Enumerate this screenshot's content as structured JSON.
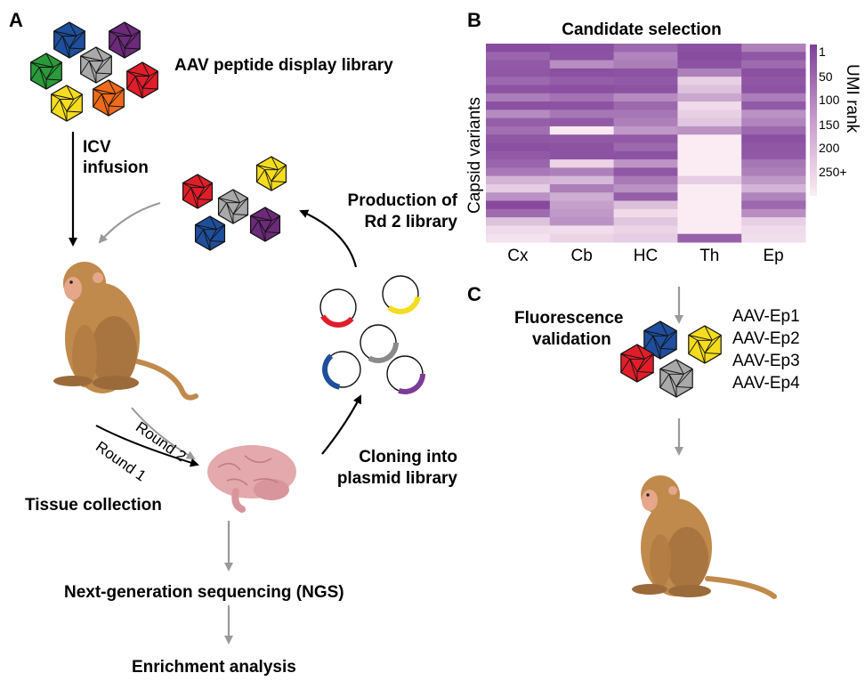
{
  "panel_a": {
    "letter": "A",
    "library_label": "AAV peptide display library",
    "icv_line1": "ICV",
    "icv_line2": "infusion",
    "production_line1": "Production of",
    "production_line2": "Rd 2 library",
    "round2": "Round 2",
    "round1": "Round 1",
    "tissue": "Tissue collection",
    "cloning_line1": "Cloning into",
    "cloning_line2": "plasmid library",
    "ngs": "Next-generation sequencing (NGS)",
    "enrichment": "Enrichment analysis"
  },
  "panel_b": {
    "letter": "B",
    "title": "Candidate selection",
    "ylabel": "Capsid variants",
    "legend_title": "UMI rank",
    "legend_ticks": [
      "1",
      "50",
      "100",
      "150",
      "200",
      "250+"
    ]
  },
  "panel_c": {
    "letter": "C",
    "label_line1": "Fluorescence",
    "label_line2": "validation",
    "variants": [
      "AAV-Ep1",
      "AAV-Ep2",
      "AAV-Ep3",
      "AAV-Ep4"
    ]
  },
  "colors": {
    "capsid_blue": "#1f4e9c",
    "capsid_purple": "#6b2a7a",
    "capsid_green": "#2a9a3a",
    "capsid_gray": "#a9a9a9",
    "capsid_red": "#e01e2a",
    "capsid_yellow": "#f5dc1e",
    "capsid_orange": "#ef6a1a",
    "monkey": "#c08a4c",
    "brain": "#e3a9ad",
    "heatmap_high": "#7f3f98",
    "heatmap_low": "#fbecf3",
    "arrow_gray": "#9a9a9a"
  },
  "chart_data": {
    "type": "heatmap",
    "title": "Candidate selection",
    "xlabel": "",
    "ylabel": "Capsid variants",
    "categories": [
      "Cx",
      "Cb",
      "HC",
      "Th",
      "Ep"
    ],
    "colorbar_label": "UMI rank",
    "colorbar_ticks": [
      "1",
      "50",
      "100",
      "150",
      "200",
      "250+"
    ],
    "colorbar_range": [
      1,
      250
    ],
    "rows": [
      [
        20,
        25,
        60,
        25,
        95
      ],
      [
        55,
        30,
        100,
        20,
        35
      ],
      [
        40,
        115,
        90,
        30,
        65
      ],
      [
        35,
        25,
        30,
        95,
        25
      ],
      [
        60,
        45,
        40,
        210,
        35
      ],
      [
        30,
        25,
        30,
        190,
        30
      ],
      [
        90,
        75,
        110,
        150,
        90
      ],
      [
        25,
        30,
        60,
        225,
        40
      ],
      [
        110,
        80,
        80,
        210,
        120
      ],
      [
        45,
        40,
        95,
        195,
        100
      ],
      [
        70,
        245,
        130,
        120,
        60
      ],
      [
        35,
        40,
        40,
        250,
        25
      ],
      [
        25,
        30,
        60,
        250,
        35
      ],
      [
        40,
        30,
        30,
        250,
        40
      ],
      [
        55,
        215,
        125,
        250,
        80
      ],
      [
        85,
        95,
        35,
        250,
        95
      ],
      [
        170,
        175,
        85,
        205,
        130
      ],
      [
        205,
        90,
        120,
        250,
        170
      ],
      [
        120,
        160,
        45,
        250,
        100
      ],
      [
        15,
        140,
        185,
        250,
        60
      ],
      [
        65,
        130,
        225,
        250,
        115
      ],
      [
        190,
        120,
        195,
        250,
        210
      ],
      [
        225,
        230,
        215,
        250,
        225
      ],
      [
        235,
        215,
        205,
        50,
        230
      ]
    ]
  }
}
